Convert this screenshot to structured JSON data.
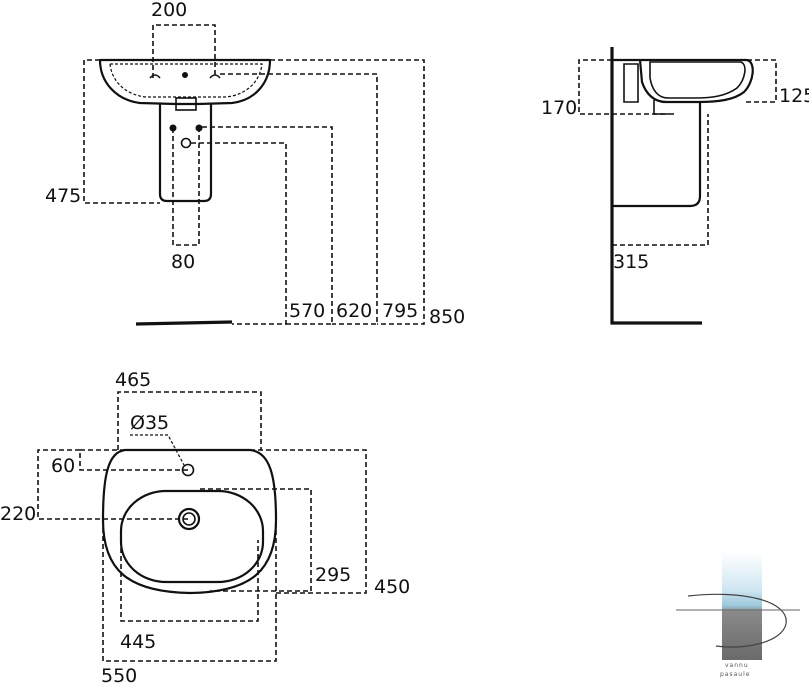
{
  "front_view": {
    "width_200": "200",
    "height_475": "475",
    "pedestal_80": "80",
    "h570": "570",
    "h620": "620",
    "h795": "795",
    "h850": "850"
  },
  "side_view": {
    "d170": "170",
    "d125": "125",
    "d315": "315"
  },
  "top_view": {
    "w465": "465",
    "hole": "Ø35",
    "d60": "60",
    "d220": "220",
    "d295": "295",
    "d450": "450",
    "w445": "445",
    "w550": "550"
  },
  "logo": {
    "line1": "vannu",
    "line2": "pasaule"
  }
}
